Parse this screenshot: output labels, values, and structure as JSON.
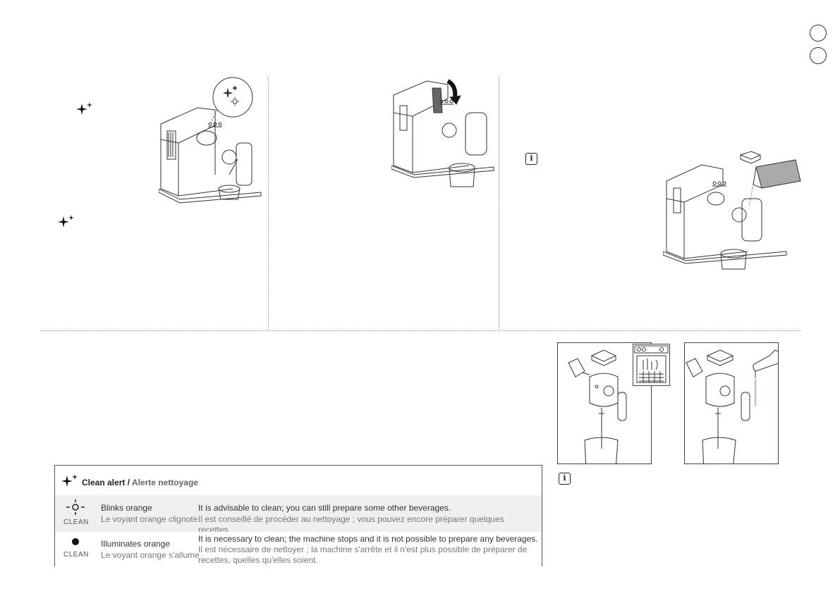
{
  "clean_alert": {
    "title_en": "Clean alert /",
    "title_fr": "Alerte nettoyage",
    "rows": [
      {
        "indicator_label": "CLEAN",
        "state_en": "Blinks orange",
        "state_fr": "Le voyant orange clignote",
        "desc_en": "It is advisable to clean; you can still prepare some other beverages.",
        "desc_fr": "Il est conseillé de procéder au nettoyage ; vous pouvez encore préparer quelques recettes."
      },
      {
        "indicator_label": "CLEAN",
        "state_en": "Illuminates orange",
        "state_fr": "Le voyant orange s'allume",
        "desc_en": "It is necessary to clean; the machine stops and it is not possible to prepare any beverages.",
        "desc_fr": "Il est nécessaire de nettoyer ; la machine s'arrête et il n'est plus possible de préparer de recettes, quelles qu'elles soient."
      }
    ]
  },
  "icons": {
    "sparkle": "sparkle-icon",
    "info": "info-icon",
    "dot": "dot-indicator-icon",
    "blink": "blink-indicator-icon"
  },
  "info_glyph": "i"
}
